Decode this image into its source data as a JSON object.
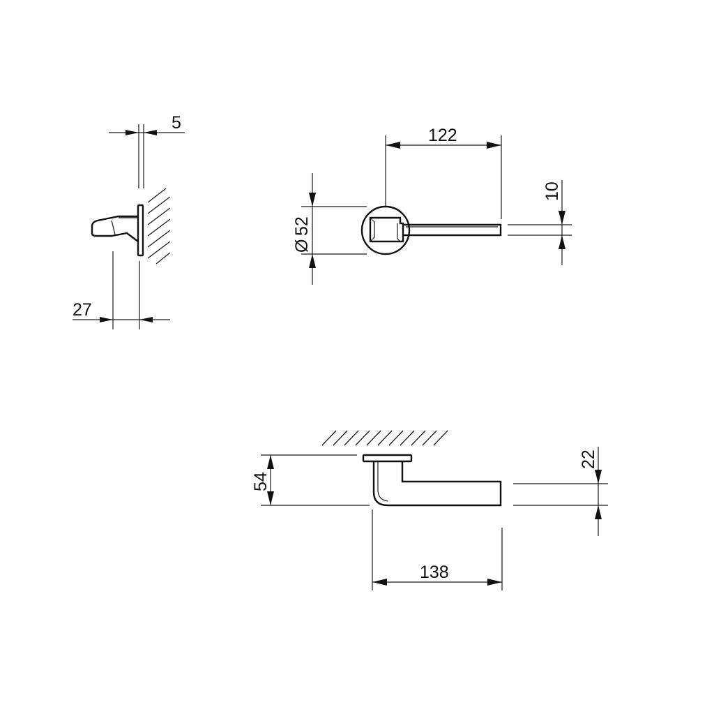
{
  "side_view": {
    "plate_thickness": "5",
    "projection": "27"
  },
  "front_view": {
    "length": "122",
    "rose_diameter": "52",
    "diameter_symbol": "Ø",
    "bar_thickness": "10"
  },
  "top_view": {
    "offset": "54",
    "bar_height": "22",
    "length": "138"
  }
}
